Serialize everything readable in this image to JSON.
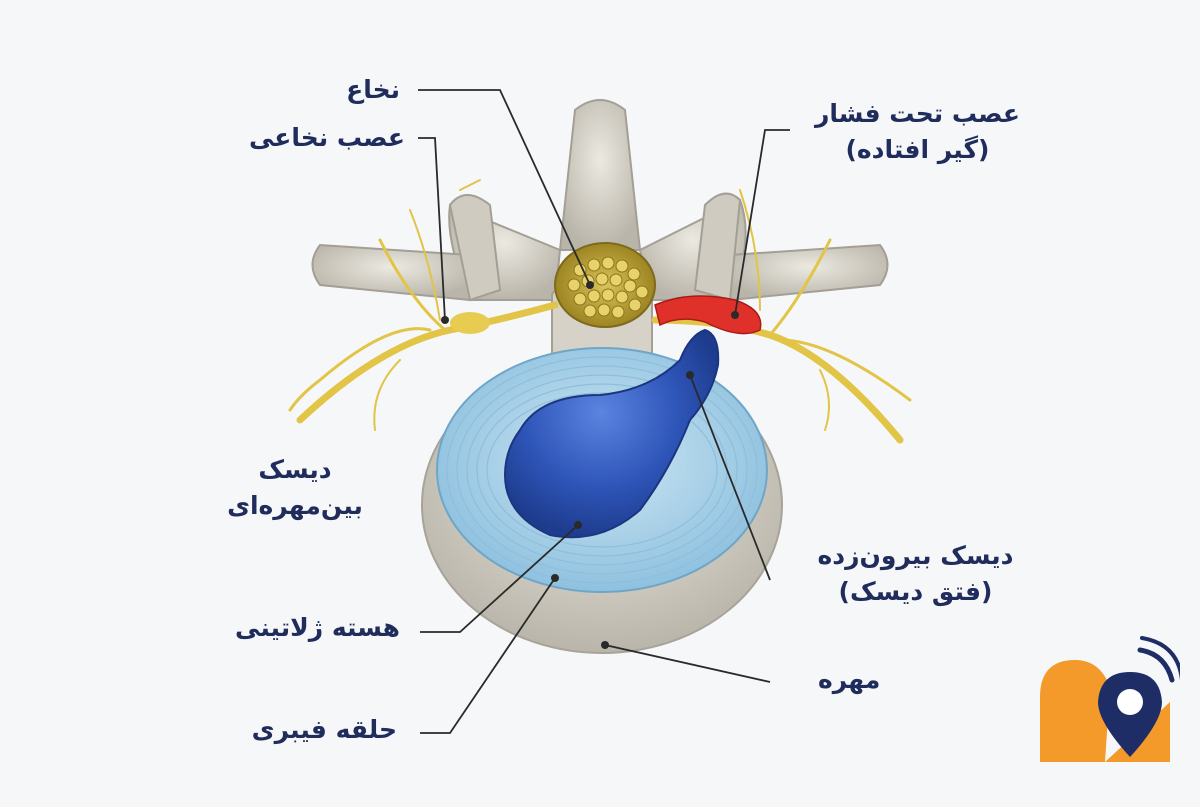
{
  "labels": {
    "spinal_cord": "نخاع",
    "spinal_nerve": "عصب نخاعی",
    "compressed_nerve": [
      "عصب تحت فشار",
      "(گیر افتاده)"
    ],
    "intervertebral_disc": [
      "دیسک",
      "بین‌مهره‌ای"
    ],
    "herniated_disc": [
      "دیسک بیرون‌زده",
      "(فتق دیسک)"
    ],
    "nucleus_pulposus": "هسته ژلاتینی",
    "vertebra": "مهره",
    "annulus_fibrosus": "حلقه فیبری"
  },
  "colors": {
    "label_text": "#1f2c5c",
    "leader_line": "#2a2a2a",
    "bone": "#d9d6cd",
    "nerve": "#e8c84a",
    "annulus": "#a9d3ea",
    "nucleus": "#2e55b8",
    "inflamed": "#e0302a",
    "logo_orange": "#f39a2b",
    "logo_navy": "#1e2d66"
  },
  "icons": [
    "brand-logo-icon"
  ]
}
